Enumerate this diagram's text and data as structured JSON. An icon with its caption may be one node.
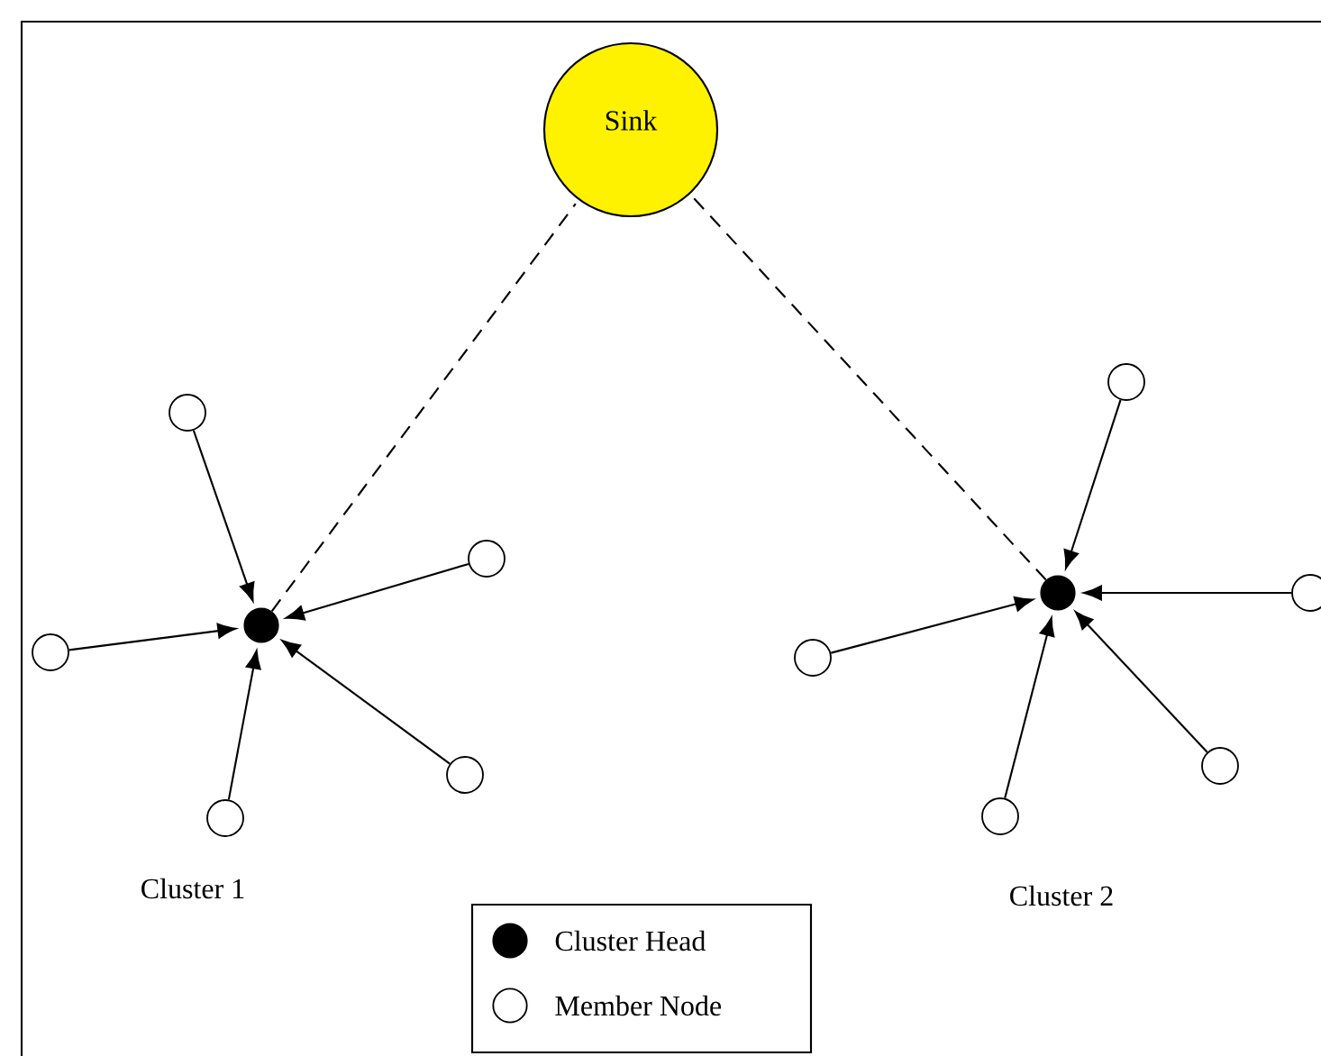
{
  "diagram": {
    "nodes": [
      {
        "text": [
          "Sink"
        ]
      },
      {
        "text": [],
        "shape": "dot"
      },
      {
        "text": [],
        "shape": "circle"
      },
      {
        "text": [],
        "shape": "circle"
      },
      {
        "text": [],
        "shape": "circle"
      },
      {
        "text": [],
        "shape": "circle"
      },
      {
        "text": [],
        "shape": "circle"
      },
      {
        "text": [],
        "shape": "dot"
      },
      {
        "text": [],
        "shape": "circle"
      },
      {
        "text": [],
        "shape": "circle"
      },
      {
        "text": [],
        "shape": "circle"
      },
      {
        "text": [],
        "shape": "circle"
      },
      {
        "text": [],
        "shape": "circle"
      }
    ],
    "edges": [
      {
        "from": 1,
        "to": 0,
        "arrow": "none",
        "style": "dashed"
      },
      {
        "from": 7,
        "to": 0,
        "arrow": "none",
        "style": "dashed"
      },
      {
        "from": 2,
        "to": 1,
        "arrow": "to"
      },
      {
        "from": 3,
        "to": 1,
        "arrow": "to"
      },
      {
        "from": 4,
        "to": 1,
        "arrow": "to"
      },
      {
        "from": 5,
        "to": 1,
        "arrow": "to"
      },
      {
        "from": 6,
        "to": 1,
        "arrow": "to"
      },
      {
        "from": 8,
        "to": 7,
        "arrow": "to"
      },
      {
        "from": 9,
        "to": 7,
        "arrow": "to"
      },
      {
        "from": 10,
        "to": 7,
        "arrow": "to"
      },
      {
        "from": 11,
        "to": 7,
        "arrow": "to"
      },
      {
        "from": 12,
        "to": 7,
        "arrow": "to"
      }
    ],
    "labels": [
      "Cluster 1",
      "Cluster 2"
    ],
    "legend": [
      {
        "text": "Cluster Head",
        "color": "#000000"
      },
      {
        "text": "Member Node"
      }
    ]
  }
}
